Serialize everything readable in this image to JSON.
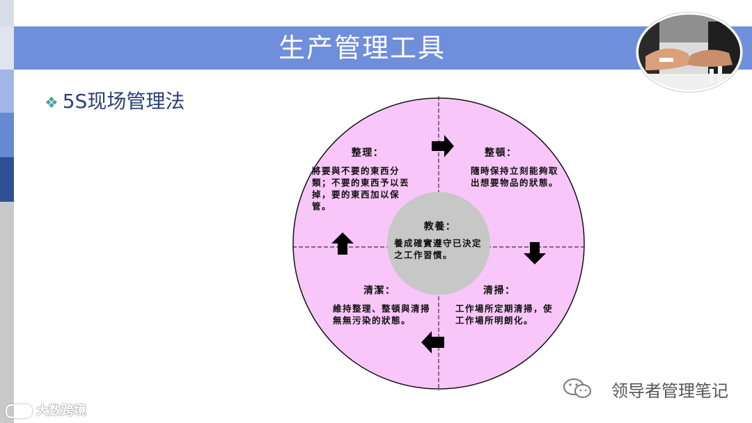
{
  "slide": {
    "title": "生产管理工具",
    "subtitle": "5S现场管理法",
    "bullet": "❖"
  },
  "diagram": {
    "center": {
      "title": "教養：",
      "text": "養成確實遵守已決定之工作習慣。"
    },
    "quadrants": {
      "top_left": {
        "title": "整理：",
        "text": "將要與不要的東西分類；不要的東西予以丟掉，要的東西加以保管。"
      },
      "top_right": {
        "title": "整頓：",
        "text": "隨時保持立刻能夠取出想要物品的狀態。"
      },
      "bottom_right": {
        "title": "清掃：",
        "text": "工作場所定期清掃，使工作場所明朗化。"
      },
      "bottom_left": {
        "title": "清潔：",
        "text": "維持整理、整頓與清掃無無污染的狀態。"
      }
    },
    "colors": {
      "ring": "#f9c6f9",
      "center": "#c7c7c7",
      "arrow": "#000000",
      "divider": "#333333"
    }
  },
  "watermark": "领导者管理笔记",
  "brand": "大数跨境",
  "colors": {
    "title_bar": "#6f8edb",
    "subtitle": "#2a3f77",
    "bullet": "#4aa2a0"
  }
}
